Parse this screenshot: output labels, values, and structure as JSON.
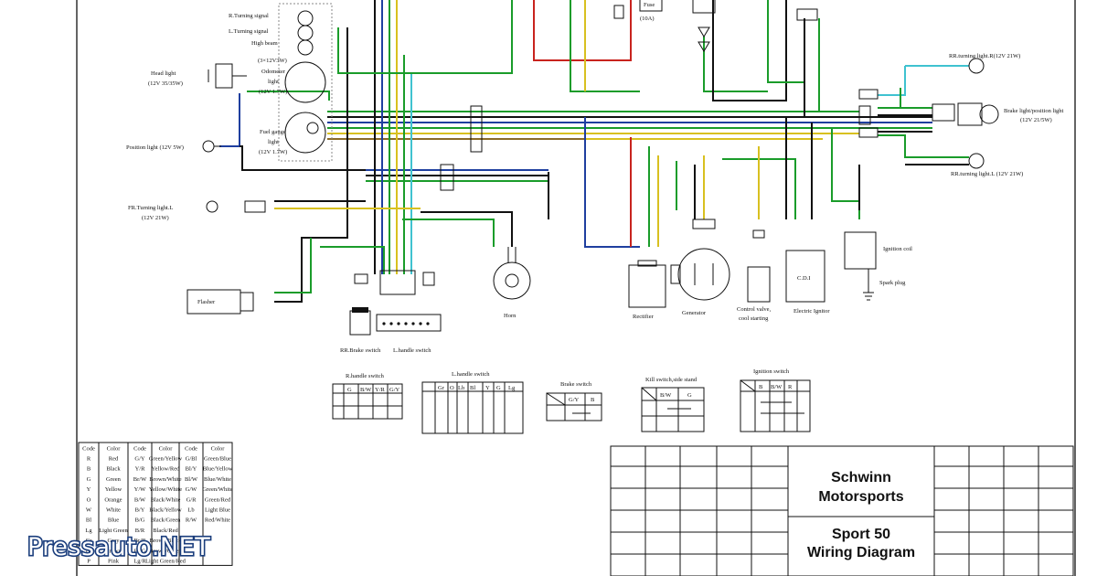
{
  "title_block": {
    "company_line1": "Schwinn",
    "company_line2": "Motorsports",
    "model_line1": "Sport 50",
    "model_line2": "Wiring Diagram"
  },
  "watermark": "Pressauto.NET",
  "components": {
    "r_turning_signal": "R.Turning signal",
    "l_turning_signal": "L.Turning signal",
    "high_beam": "High beam",
    "head_light": "Head light",
    "head_light_rating": "(12V 35/35W)",
    "odometer_count": "(3×12V3W)",
    "odometer_light": "Odometer",
    "odometer_light2": "light",
    "odometer_rating": "(12V 1.7W)",
    "fuel_gauge": "Fuel gauge",
    "fuel_gauge2": "light",
    "fuel_gauge_rating": "(12V 1.7W)",
    "position_light": "Position light (12V 5W)",
    "fr_turning_light": "FR.Turning light.L",
    "fr_turning_rating": "(12V 21W)",
    "flasher": "Flasher",
    "rr_brake_switch": "RR.Brake switch",
    "l_handle_switch": "L.handle switch",
    "horn": "Horn",
    "fuse": "Fuse",
    "fuse_rating": "(10A)",
    "rectifier": "Rectifier",
    "generator": "Generator",
    "control_valve": "Control valve,",
    "control_valve2": "cool starting",
    "electric_ignitor": "Electric Ignitor",
    "cdi": "C.D.I",
    "ignition_coil": "Ignition coil",
    "spark_plug": "Spark plug",
    "rr_turning_light_r": "RR.turning light.R(12V 21W)",
    "brake_position_light": "Brake light/position light",
    "brake_position_rating": "(12V 21/5W)",
    "rr_turning_light_l": "RR.turning light.L (12V 21W)"
  },
  "switch_tables": {
    "r_handle": {
      "title": "R.handle switch",
      "headers": [
        "G",
        "B/W",
        "Y/R",
        "G/Y"
      ]
    },
    "l_handle": {
      "title": "L.handle switch",
      "headers": [
        "Gr",
        "O",
        "Lb",
        "Bl",
        "Y",
        "G",
        "Lg"
      ]
    },
    "brake": {
      "title": "Brake switch",
      "headers": [
        "G/Y",
        "B"
      ]
    },
    "kill": {
      "title": "Kill switch,side stand",
      "headers": [
        "B/W",
        "G"
      ]
    },
    "ignition": {
      "title": "Ignition switch",
      "headers": [
        "B",
        "B/W",
        "R"
      ]
    }
  },
  "color_code": {
    "headers": [
      "Code",
      "Color",
      "Code",
      "Color",
      "Code",
      "Color"
    ],
    "rows": [
      [
        "R",
        "Red",
        "G/Y",
        "Green/Yellow",
        "G/Bl",
        "Green/Blue"
      ],
      [
        "B",
        "Black",
        "Y/R",
        "Yellow/Red",
        "Bl/Y",
        "Blue/Yellow"
      ],
      [
        "G",
        "Green",
        "Br/W",
        "Brown/White",
        "Bl/W",
        "Blue/White"
      ],
      [
        "Y",
        "Yellow",
        "Y/W",
        "Yellow/White",
        "G/W",
        "Green/White"
      ],
      [
        "O",
        "Orange",
        "B/W",
        "Black/White",
        "G/R",
        "Green/Red"
      ],
      [
        "W",
        "White",
        "B/Y",
        "Black/Yellow",
        "Lb",
        "Light Blue"
      ],
      [
        "Bl",
        "Blue",
        "B/G",
        "Black/Green",
        "R/W",
        "Red/White"
      ],
      [
        "Lg",
        "Light Green",
        "B/R",
        "Black/Red",
        "",
        ""
      ],
      [
        "Gr",
        "Gray",
        "Br/B",
        "Brown/Black",
        "",
        ""
      ],
      [
        "Br",
        "Brown",
        "Br/G",
        "Brown/Green",
        "",
        ""
      ],
      [
        "P",
        "Pink",
        "Lg/R",
        "Light Green/Red",
        "",
        ""
      ]
    ]
  },
  "wire_colors": {
    "green": "#1a9c2a",
    "yellow": "#d8c020",
    "red": "#c8231e",
    "blue": "#1f3f9f",
    "light_blue": "#3fc2d0",
    "black": "#111111",
    "brown": "#8a6a28"
  }
}
